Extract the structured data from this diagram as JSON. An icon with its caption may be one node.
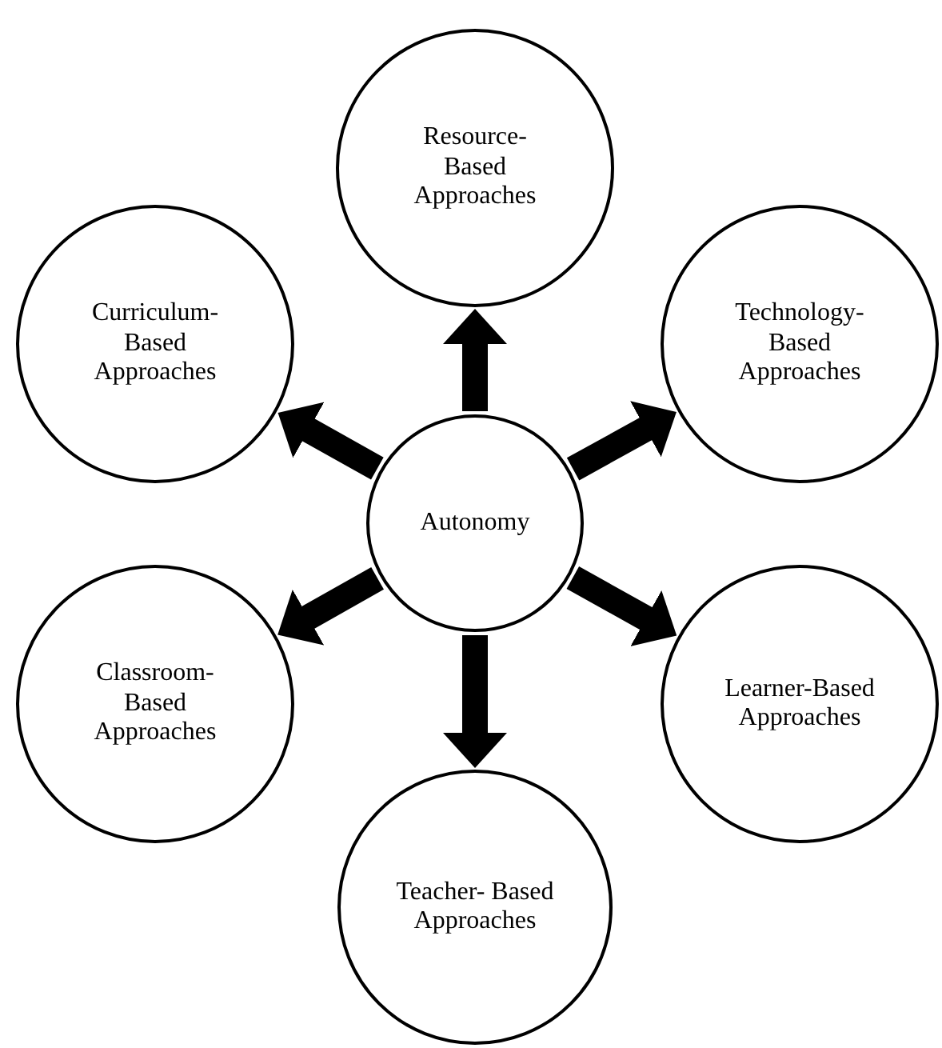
{
  "diagram": {
    "nodes": [
      {
        "text": [
          "Resource- Based Approaches"
        ]
      },
      {
        "text": [
          "Curriculum- Based Approaches"
        ]
      },
      {
        "text": [
          "Technology- Based Approaches"
        ]
      },
      {
        "text": [
          "Autonomy"
        ]
      },
      {
        "text": [
          "Classroom- Based Approaches"
        ]
      },
      {
        "text": [
          "Learner-Based Approaches"
        ]
      },
      {
        "text": [
          "Teacher- Based Approaches"
        ]
      }
    ],
    "edges": [
      {
        "from": 3,
        "to": 0,
        "arrow": "to"
      },
      {
        "from": 3,
        "to": 2,
        "arrow": "to"
      },
      {
        "from": 3,
        "to": 5,
        "arrow": "to"
      },
      {
        "from": 3,
        "to": 6,
        "arrow": "to"
      },
      {
        "from": 3,
        "to": 4,
        "arrow": "to"
      },
      {
        "from": 3,
        "to": 1,
        "arrow": "to"
      }
    ]
  }
}
